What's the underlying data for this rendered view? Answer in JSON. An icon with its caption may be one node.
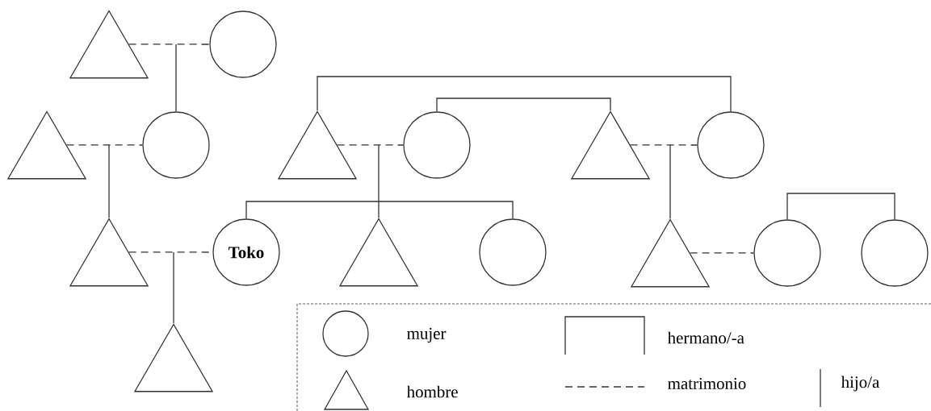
{
  "diagram": {
    "nodes": [
      {
        "text": [],
        "shape": "triangle"
      },
      {
        "text": [],
        "shape": "circle"
      },
      {
        "text": [],
        "shape": "triangle"
      },
      {
        "text": [],
        "shape": "circle"
      },
      {
        "text": [],
        "shape": "triangle"
      },
      {
        "text": [],
        "shape": "circle"
      },
      {
        "text": [],
        "shape": "triangle"
      },
      {
        "text": [],
        "shape": "circle"
      },
      {
        "text": [],
        "shape": "triangle"
      },
      {
        "text": [
          "Toko"
        ]
      },
      {
        "text": [],
        "shape": "triangle"
      },
      {
        "text": [],
        "shape": "circle"
      },
      {
        "text": [],
        "shape": "triangle"
      },
      {
        "text": [],
        "shape": "circle"
      },
      {
        "text": [],
        "shape": "circle"
      },
      {
        "text": [],
        "shape": "triangle"
      }
    ],
    "edges": [
      {
        "from": 0,
        "to": 1,
        "arrow": "none",
        "style": "dashed"
      },
      {
        "from": null,
        "to": 3,
        "arrow": "none"
      },
      {
        "from": 2,
        "to": 3,
        "arrow": "none",
        "style": "dashed"
      },
      {
        "from": null,
        "to": 8,
        "arrow": "none"
      },
      {
        "from": 4,
        "to": 5,
        "arrow": "none",
        "style": "dashed"
      },
      {
        "from": null,
        "to": 10,
        "arrow": "none"
      },
      {
        "from": 6,
        "to": 7,
        "arrow": "none",
        "style": "dashed"
      },
      {
        "from": null,
        "to": 12,
        "arrow": "none"
      },
      {
        "from": 4,
        "to": 7,
        "arrow": "none"
      },
      {
        "from": 5,
        "to": 6,
        "arrow": "none"
      },
      {
        "from": 8,
        "to": 9,
        "arrow": "none",
        "style": "dashed"
      },
      {
        "from": null,
        "to": 15,
        "arrow": "none"
      },
      {
        "from": 9,
        "to": 11,
        "arrow": "none"
      },
      {
        "from": 12,
        "to": 13,
        "arrow": "none",
        "style": "dashed"
      },
      {
        "from": 13,
        "to": 14,
        "arrow": "none"
      }
    ],
    "legend": [
      {
        "text": "mujer"
      },
      {
        "text": "hombre"
      },
      {
        "text": "hermano/-a"
      },
      {
        "text": "matrimonio"
      },
      {
        "text": "hijo/a"
      }
    ]
  }
}
